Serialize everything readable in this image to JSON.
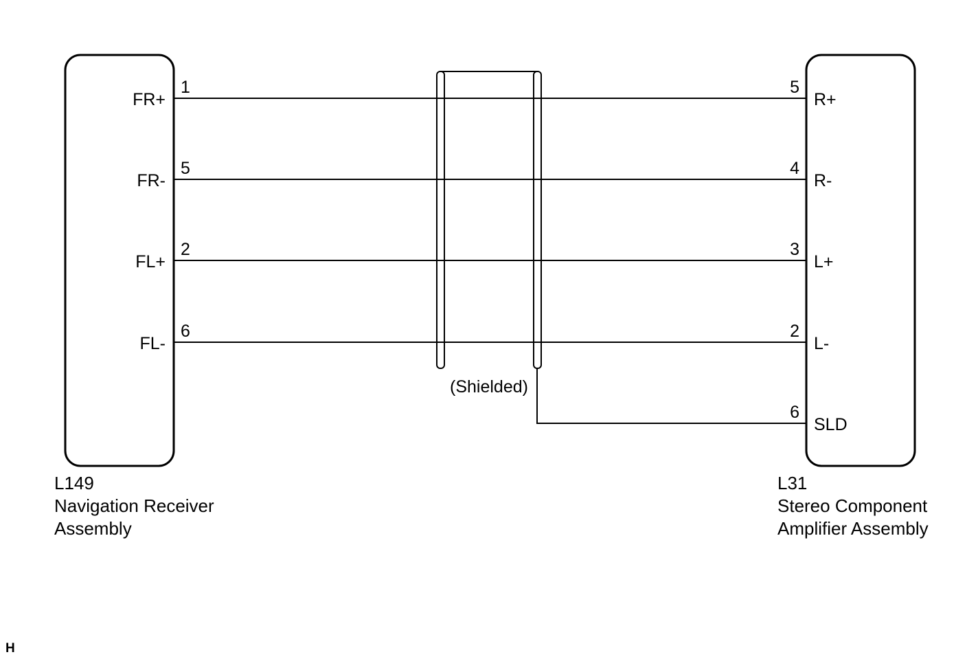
{
  "left_component": {
    "code": "L149",
    "name_line1": "Navigation Receiver",
    "name_line2": "Assembly",
    "terminals": [
      {
        "signal": "FR+",
        "pin": "1"
      },
      {
        "signal": "FR-",
        "pin": "5"
      },
      {
        "signal": "FL+",
        "pin": "2"
      },
      {
        "signal": "FL-",
        "pin": "6"
      }
    ]
  },
  "right_component": {
    "code": "L31",
    "name_line1": "Stereo Component",
    "name_line2": "Amplifier Assembly",
    "terminals": [
      {
        "signal": "R+",
        "pin": "5"
      },
      {
        "signal": "R-",
        "pin": "4"
      },
      {
        "signal": "L+",
        "pin": "3"
      },
      {
        "signal": "L-",
        "pin": "2"
      },
      {
        "signal": "SLD",
        "pin": "6"
      }
    ]
  },
  "shield": {
    "label": "(Shielded)"
  },
  "corner_mark": "H"
}
